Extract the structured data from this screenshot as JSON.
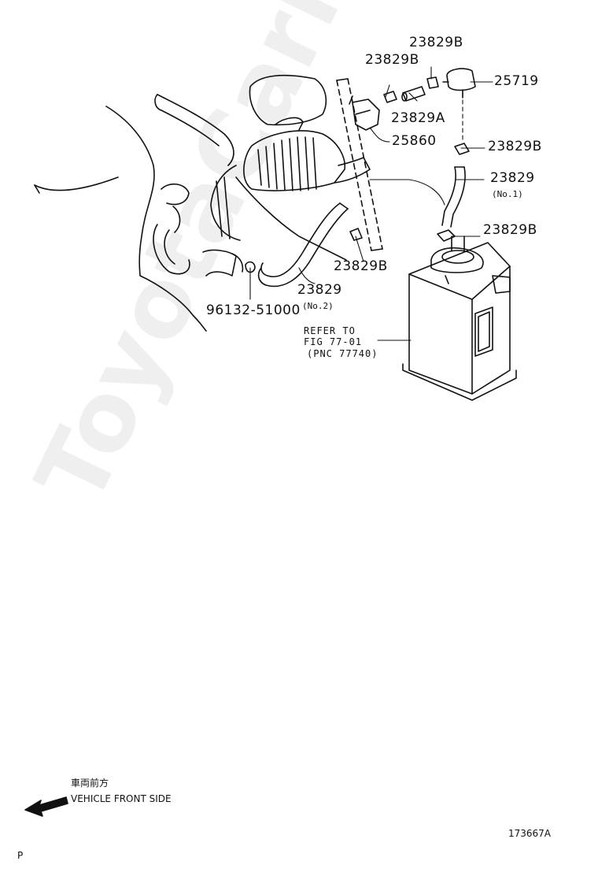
{
  "parts": {
    "p_23829B_top": "23829B",
    "p_23829B_left": "23829B",
    "p_25719": "25719",
    "p_23829A": "23829A",
    "p_25860": "25860",
    "p_23829B_mid": "23829B",
    "p_23829_no1": "23829",
    "p_23829_no1_sub": "(No.1)",
    "p_23829B_canister": "23829B",
    "p_23829B_lower": "23829B",
    "p_23829_no2": "23829",
    "p_23829_no2_sub": "(No.2)",
    "p_96132": "96132-51000"
  },
  "reference": {
    "line1": "REFER TO",
    "line2": "FIG 77-01",
    "line3": "(PNC 77740)"
  },
  "direction": {
    "jp": "車両前方",
    "en": "VEHICLE FRONT SIDE"
  },
  "figure_number": "173667A",
  "corner_mark": "P",
  "watermark": "ToyotaCarMine.ru"
}
